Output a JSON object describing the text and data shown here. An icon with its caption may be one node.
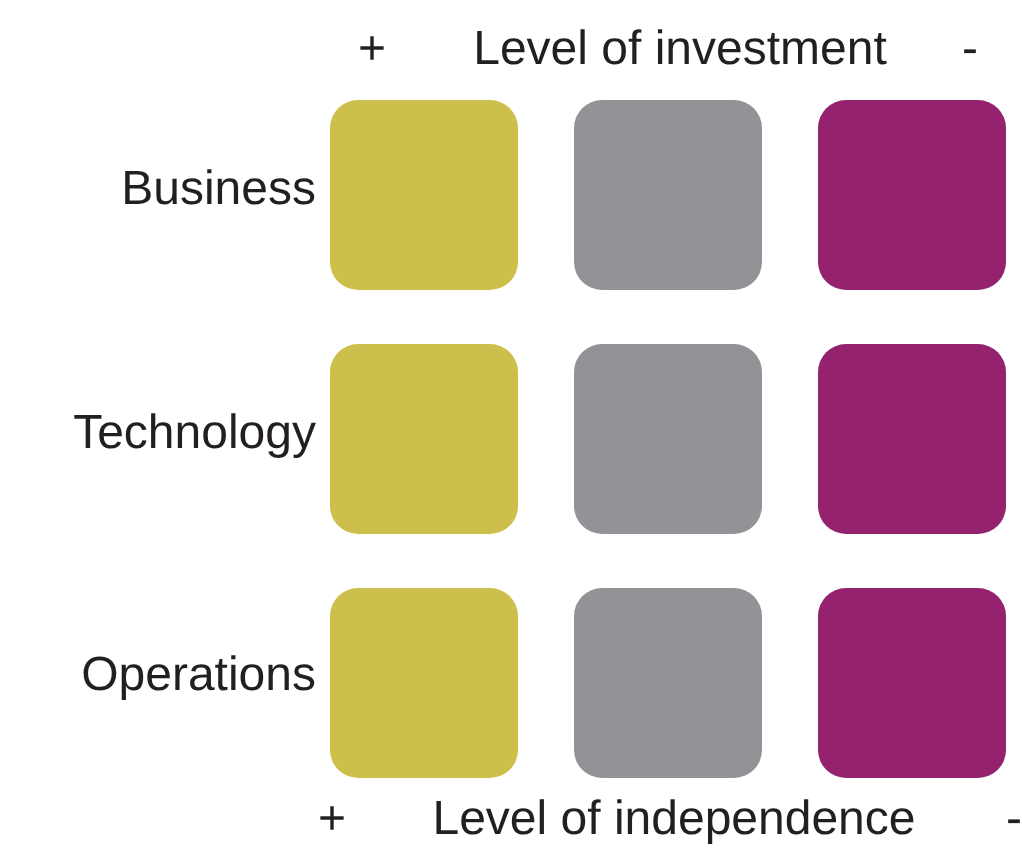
{
  "diagram": {
    "nodes": [
      {
        "text": [],
        "shape": "box"
      },
      {
        "text": [],
        "shape": "box"
      },
      {
        "text": [],
        "shape": "box"
      },
      {
        "text": [],
        "shape": "box"
      },
      {
        "text": [],
        "shape": "box"
      },
      {
        "text": [],
        "shape": "box"
      },
      {
        "text": [],
        "shape": "box"
      },
      {
        "text": [],
        "shape": "box"
      },
      {
        "text": [],
        "shape": "box"
      }
    ],
    "labels": [
      "+",
      "Level of investment",
      "-",
      "Business",
      "Technology",
      "Operations",
      "+",
      "Level of independence",
      "-"
    ]
  }
}
